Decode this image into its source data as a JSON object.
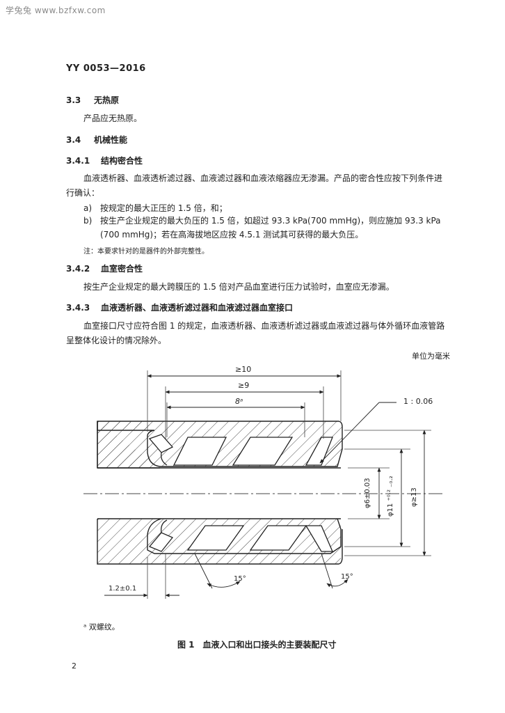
{
  "watermark": "学兔兔 www.bzfxw.com",
  "standard_code": "YY 0053—2016",
  "sections": {
    "s3_3": {
      "num": "3.3",
      "title": "无热原",
      "body": "产品应无热原。"
    },
    "s3_4": {
      "num": "3.4",
      "title": "机械性能"
    },
    "s3_4_1": {
      "num": "3.4.1",
      "title": "结构密合性",
      "body_line1": "血液透析器、血液透析滤过器、血液滤过器和血液浓缩器应无渗漏。产品的密合性应按下列条件进",
      "body_line2": "行确认：",
      "item_a_label": "a)",
      "item_a": "按规定的最大正压的 1.5 倍，和；",
      "item_b_label": "b)",
      "item_b_line1": "按生产企业规定的最大负压的 1.5 倍，如超过 93.3 kPa(700 mmHg)，则应施加 93.3 kPa",
      "item_b_line2": "(700 mmHg)；若在高海拔地区应按 4.5.1 测试其可获得的最大负压。",
      "note": "注：本要求针对的是器件的外部完整性。"
    },
    "s3_4_2": {
      "num": "3.4.2",
      "title": "血室密合性",
      "body": "按生产企业规定的最大跨膜压的 1.5 倍对产品血室进行压力试验时，血室应无渗漏。"
    },
    "s3_4_3": {
      "num": "3.4.3",
      "title": "血液透析器、血液透析滤过器和血液滤过器血室接口",
      "body_line1": "血室接口尺寸应符合图 1 的规定，血液透析器、血液透析滤过器或血液滤过器与体外循环血液管路",
      "body_line2": "呈整体化设计的情况除外。"
    }
  },
  "unit_note": "单位为毫米",
  "figure": {
    "dim_top": "≥10",
    "dim_mid": "≥9",
    "dim_thread": "8ᵃ",
    "taper": "1 : 0.06",
    "dia_inner": "φ6±0.03",
    "dia_mid": "φ11 ⁺⁰·² ₋₀.₂",
    "dia_outer": "φ≥13",
    "angle_left": "15°",
    "angle_right": "15°",
    "dim_chamfer": "1.2±0.1"
  },
  "footnote": "ᵃ 双螺纹。",
  "caption": "图 1　血液入口和出口接头的主要装配尺寸",
  "page_number": "2"
}
